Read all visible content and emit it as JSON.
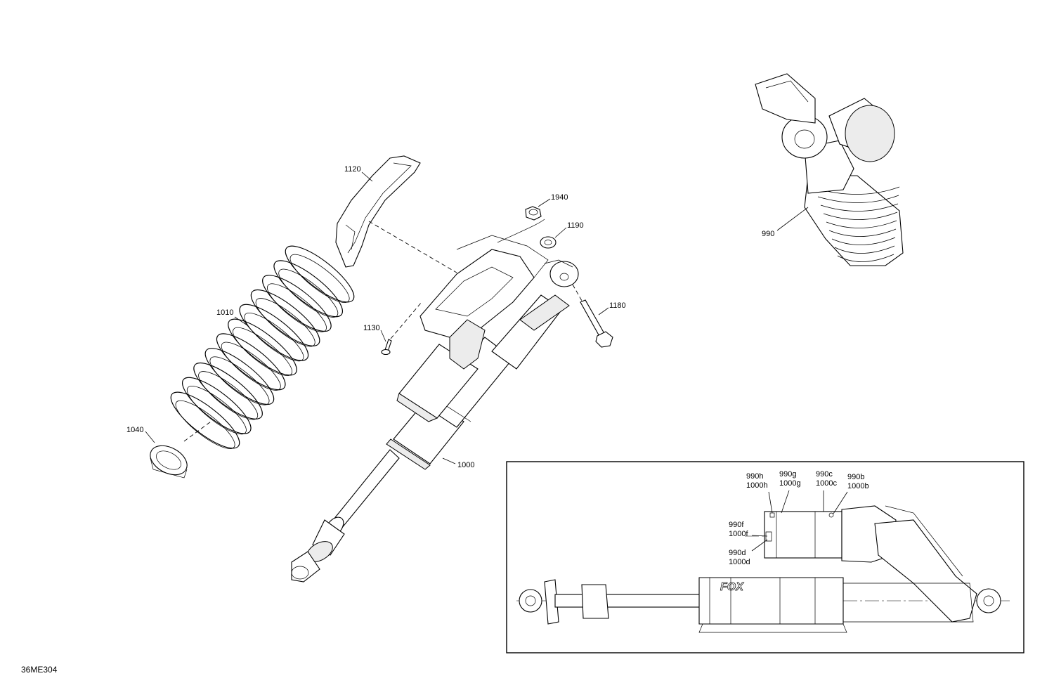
{
  "diagram_code": "36ME304",
  "callouts": {
    "p1120": "1120",
    "p1940": "1940",
    "p1190": "1190",
    "p1180": "1180",
    "p1010": "1010",
    "p1130": "1130",
    "p1040": "1040",
    "p1000": "1000",
    "p990": "990"
  },
  "inset": {
    "p990h": "990h",
    "p1000h": "1000h",
    "p990g": "990g",
    "p1000g": "1000g",
    "p990c": "990c",
    "p1000c": "1000c",
    "p990b": "990b",
    "p1000b": "1000b",
    "p990f": "990f",
    "p1000f": "1000f",
    "p990d": "990d",
    "p1000d": "1000d"
  }
}
